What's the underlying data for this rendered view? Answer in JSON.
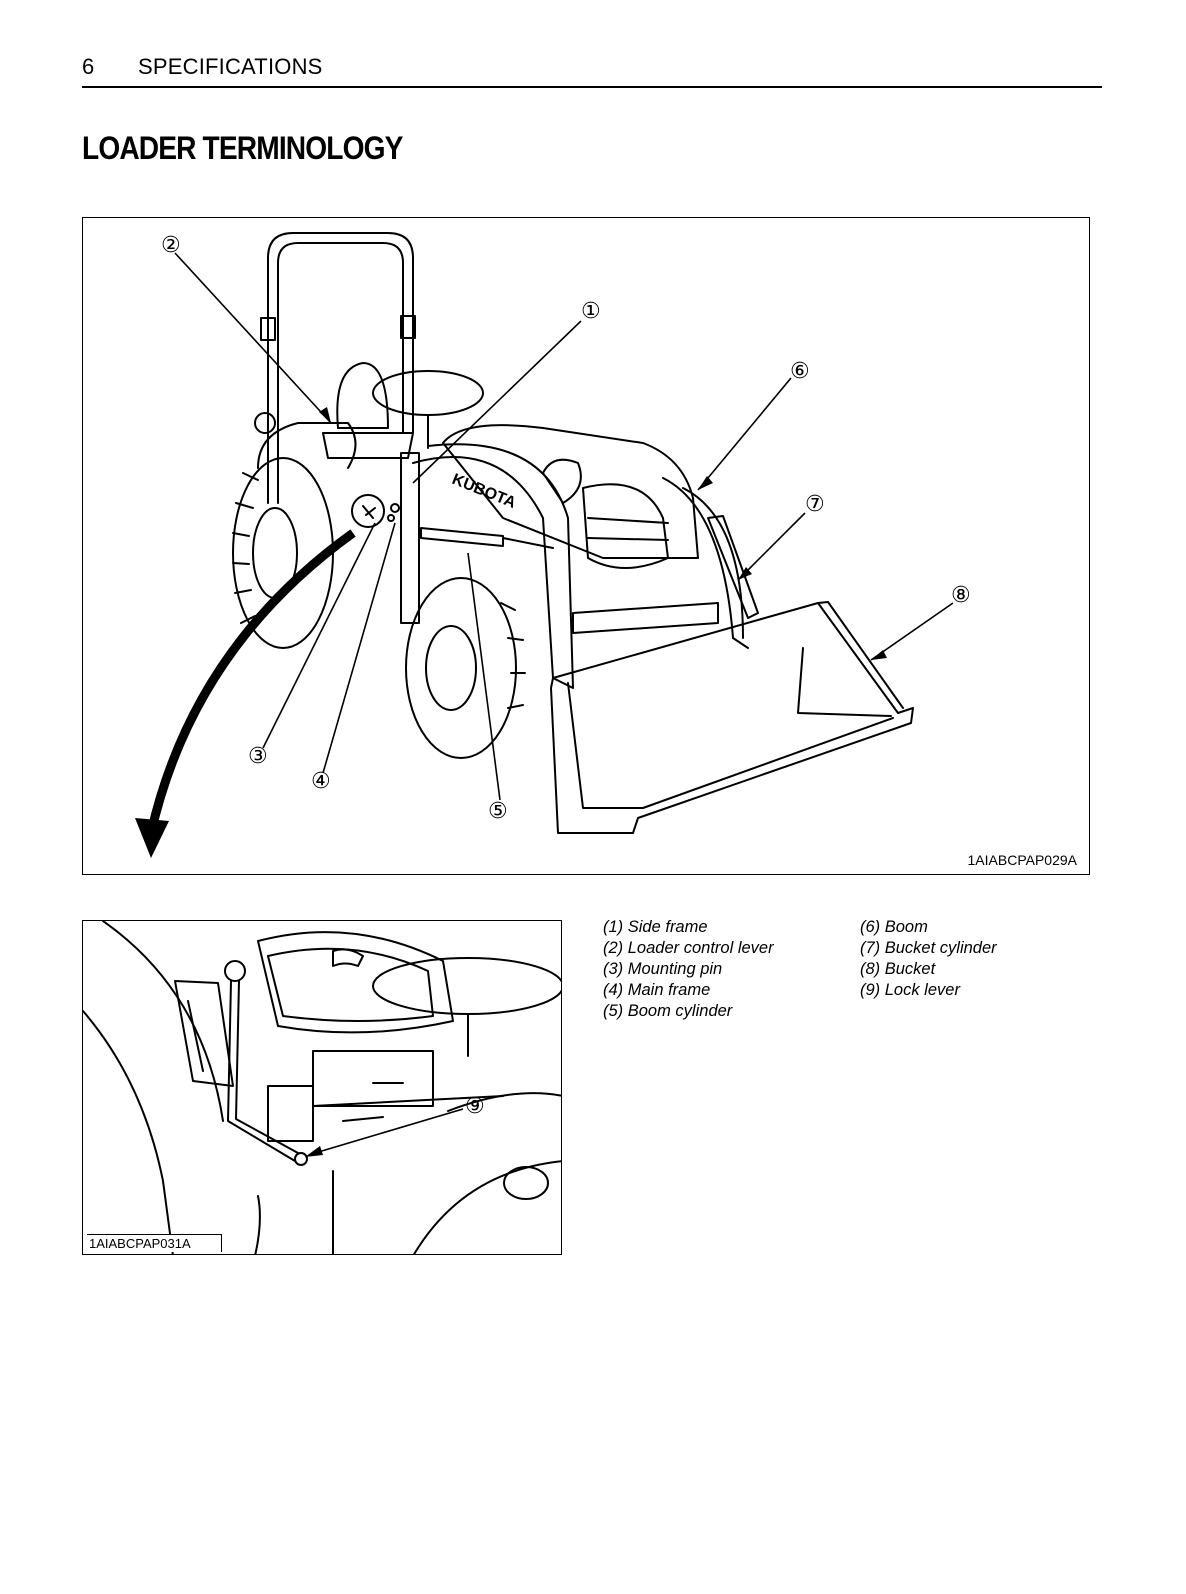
{
  "header": {
    "page_number": "6",
    "section": "SPECIFICATIONS"
  },
  "title": "LOADER TERMINOLOGY",
  "figures": {
    "main": {
      "code": "1AIABCPAP029A",
      "callouts": [
        "①",
        "②",
        "③",
        "④",
        "⑤",
        "⑥",
        "⑦",
        "⑧"
      ],
      "brand": "KUBOTA"
    },
    "inset": {
      "code": "1AIABCPAP031A",
      "callouts": [
        "⑨"
      ]
    }
  },
  "legend": {
    "col1": [
      "(1) Side frame",
      "(2) Loader control lever",
      "(3) Mounting pin",
      "(4) Main frame",
      "(5) Boom cylinder"
    ],
    "col2": [
      "(6) Boom",
      "(7) Bucket cylinder",
      "(8) Bucket",
      "(9) Lock lever"
    ]
  }
}
